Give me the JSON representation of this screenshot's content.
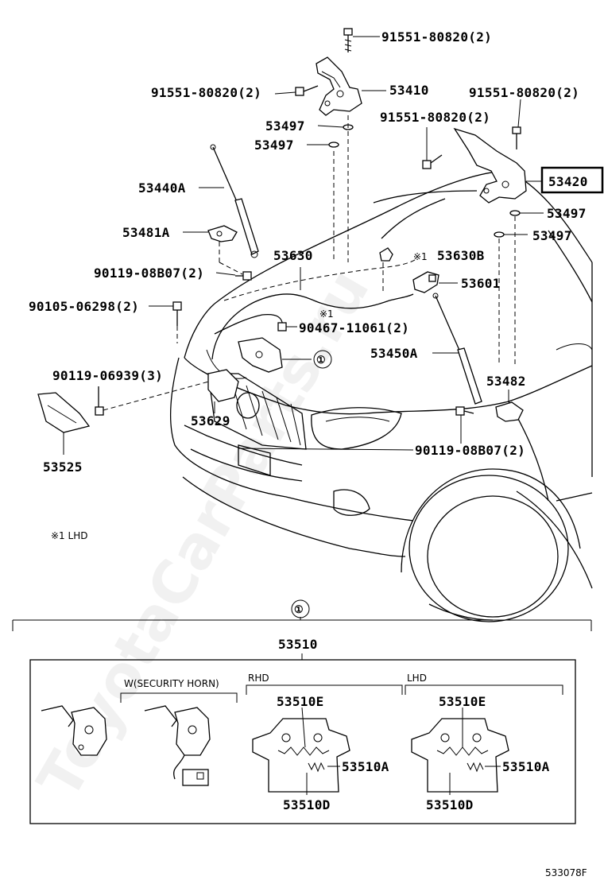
{
  "diagram": {
    "watermark": "ToyotaCarParts.ru",
    "figure_code": "533078F",
    "footnote": "※1 LHD",
    "callouts": {
      "c1": "①",
      "c2": "①"
    },
    "labels": {
      "bolt_top": "91551-80820(2)",
      "bolt_left": "91551-80820(2)",
      "bolt_right_top": "91551-80820(2)",
      "bolt_right_mid": "91551-80820(2)",
      "hinge_left": "53410",
      "hinge_right": "53420",
      "washer_1": "53497",
      "washer_2": "53497",
      "washer_3": "53497",
      "washer_4": "53497",
      "strut_left": "53440A",
      "bracket_left": "53481A",
      "bolt_90119_a": "90119-08B07(2)",
      "clip_90105": "90105-06298(2)",
      "cable": "53630",
      "cable_clamp": "53630B",
      "clamp_mark": "※1",
      "lever": "53601",
      "clip_90467_mark": "※1",
      "clip_90467": "90467-11061(2)",
      "strut_right": "53450A",
      "bracket_right": "53482",
      "bolt_90119_b": "90119-06939(3)",
      "support": "53629",
      "bolt_90119_c": "90119-08B07(2)",
      "cover": "53525"
    },
    "detail": {
      "assembly": "53510",
      "variant_security": "W(SECURITY HORN)",
      "rhd": "RHD",
      "lhd": "LHD",
      "rhd_e": "53510E",
      "rhd_a": "53510A",
      "rhd_d": "53510D",
      "lhd_e": "53510E",
      "lhd_a": "53510A",
      "lhd_d": "53510D"
    }
  }
}
